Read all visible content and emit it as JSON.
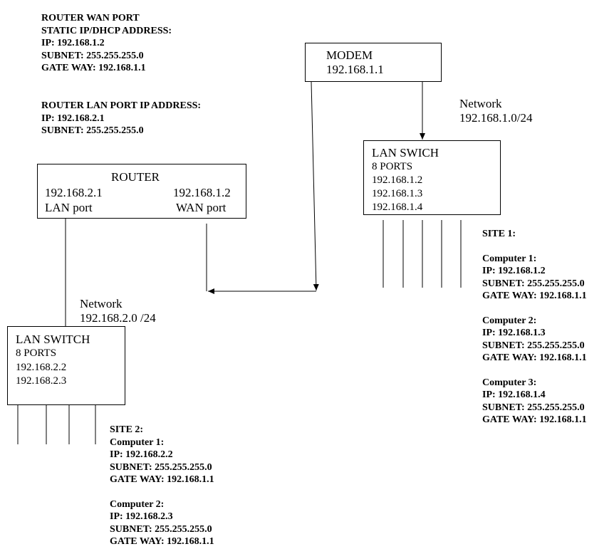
{
  "wan_info": {
    "title1": "ROUTER WAN PORT",
    "title2": "STATIC IP/DHCP ADDRESS:",
    "ip": "IP: 192.168.1.2",
    "subnet": "SUBNET: 255.255.255.0",
    "gateway": "GATE WAY: 192.168.1.1"
  },
  "lan_info": {
    "title": "ROUTER LAN PORT IP ADDRESS:",
    "ip": "IP: 192.168.2.1",
    "subnet": "SUBNET: 255.255.255.0"
  },
  "modem": {
    "title": "MODEM",
    "ip": "192.168.1.1"
  },
  "network1": {
    "label": "Network",
    "cidr": "192.168.1.0/24"
  },
  "switch1": {
    "title": "LAN SWICH",
    "ports": "8 PORTS",
    "ips": [
      "192.168.1.2",
      "192.168.1.3",
      "192.168.1.4"
    ]
  },
  "router": {
    "title": "ROUTER",
    "lan_ip": "192.168.2.1",
    "wan_ip": "192.168.1.2",
    "lan_label": "LAN port",
    "wan_label": "WAN port"
  },
  "network2": {
    "label": "Network",
    "cidr": "192.168.2.0 /24"
  },
  "switch2": {
    "title": "LAN SWITCH",
    "ports": "8 PORTS",
    "ips": [
      "192.168.2.2",
      "192.168.2.3"
    ]
  },
  "site1": {
    "title": "SITE 1:",
    "computers": [
      {
        "name": "Computer 1:",
        "ip": "IP: 192.168.1.2",
        "subnet": "SUBNET: 255.255.255.0",
        "gateway": "GATE WAY: 192.168.1.1"
      },
      {
        "name": "Computer 2:",
        "ip": "IP: 192.168.1.3",
        "subnet": "SUBNET: 255.255.255.0",
        "gateway": "GATE WAY: 192.168.1.1"
      },
      {
        "name": "Computer 3:",
        "ip": "IP: 192.168.1.4",
        "subnet": "SUBNET: 255.255.255.0",
        "gateway": "GATE WAY: 192.168.1.1"
      }
    ]
  },
  "site2": {
    "title": "SITE 2:",
    "computers": [
      {
        "name": "Computer 1:",
        "ip": "IP: 192.168.2.2",
        "subnet": "SUBNET: 255.255.255.0",
        "gateway": "GATE WAY: 192.168.1.1"
      },
      {
        "name": "Computer 2:",
        "ip": "IP: 192.168.2.3",
        "subnet": "SUBNET: 255.255.255.0",
        "gateway": "GATE WAY: 192.168.1.1"
      }
    ]
  }
}
